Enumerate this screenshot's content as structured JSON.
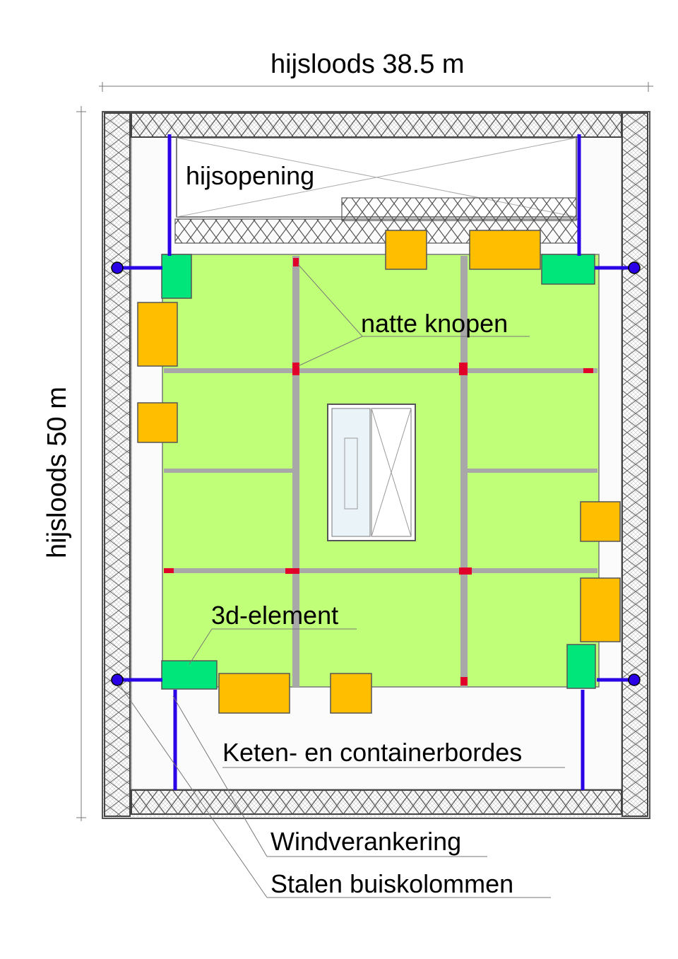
{
  "labels": {
    "width_dimension": "hijsloods 38.5 m",
    "height_dimension": "hijsloods 50 m",
    "hoist_opening": "hijsopening",
    "wet_nodes": "natte knopen",
    "element_3d": "3d-element",
    "platforms": "Keten- en containerbordes",
    "wind_anchoring": "Windverankering",
    "steel_columns": "Stalen buiskolommen"
  },
  "colors": {
    "floor": "#c0ff78",
    "container": "#ffbe00",
    "element_3d": "#00e67a",
    "wet_node": "#e0002a",
    "anchor": "#2a00e6",
    "beam": "#a8a8a8",
    "line": "#555555"
  }
}
